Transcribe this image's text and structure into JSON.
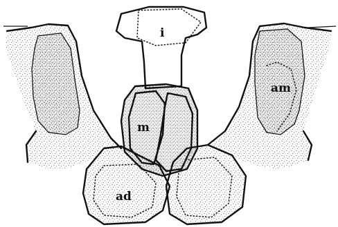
{
  "figure": {
    "labels": {
      "i": "i",
      "m": "m",
      "am": "am",
      "ad": "ad"
    },
    "colors": {
      "ink": "#111111",
      "paper": "#ffffff"
    }
  }
}
